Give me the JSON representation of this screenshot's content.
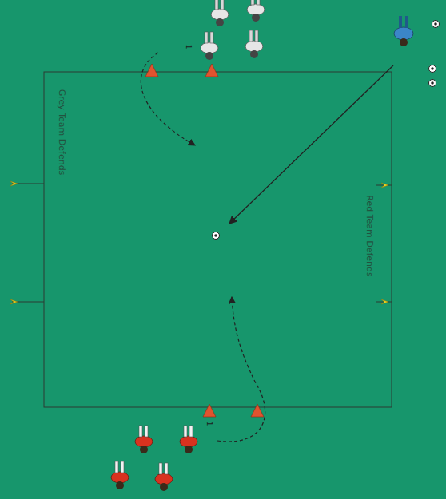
{
  "diagram": {
    "labels": [
      "1",
      "Grey Team Defends",
      "Red Team Defends",
      "1"
    ]
  }
}
